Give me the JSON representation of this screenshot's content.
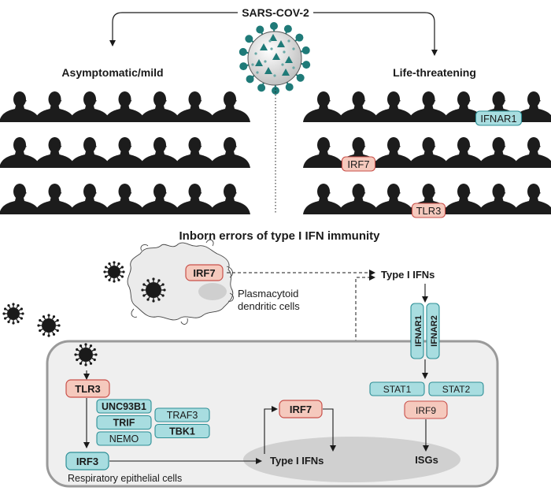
{
  "title": "SARS-COV-2",
  "outcomes": {
    "mild": {
      "label": "Asymptomatic/mild",
      "rows": 3,
      "per_row": 7
    },
    "severe": {
      "label": "Life-threatening",
      "rows": 3,
      "per_row": 7,
      "tags": [
        {
          "label": "IFNAR1",
          "row": 0,
          "col": 5,
          "kind": "cyan"
        },
        {
          "label": "IRF7",
          "row": 1,
          "col": 1,
          "kind": "red"
        },
        {
          "label": "TLR3",
          "row": 2,
          "col": 3,
          "kind": "red"
        }
      ]
    }
  },
  "section_title": "Inborn errors of type I IFN immunity",
  "pdc": {
    "label_line1": "Plasmacytoid",
    "label_line2": "dendritic cells",
    "irf7": "IRF7"
  },
  "type1_ifns_top": "Type I IFNs",
  "receptors": [
    "IFNAR1",
    "IFNAR2"
  ],
  "epithelial": {
    "label": "Respiratory epithelial cells",
    "tlr3": "TLR3",
    "adaptors_left": [
      {
        "label": "UNC93B1",
        "bold": true
      },
      {
        "label": "TRIF",
        "bold": true
      },
      {
        "label": "NEMO",
        "bold": false
      }
    ],
    "adaptors_right": [
      {
        "label": "TRAF3",
        "bold": false
      },
      {
        "label": "TBK1",
        "bold": true
      }
    ],
    "irf3": "IRF3",
    "irf7": "IRF7",
    "type1_ifns": "Type I IFNs",
    "stat1": "STAT1",
    "stat2": "STAT2",
    "irf9": "IRF9",
    "isgs": "ISGs"
  },
  "colors": {
    "cyan_fill": "#a8dde0",
    "cyan_stroke": "#2e8f96",
    "red_fill": "#f5c9bd",
    "red_stroke": "#c9504a",
    "virus_teal": "#1f7a78",
    "silhouette": "#1c1c1c",
    "cell_fill": "#efefef",
    "cell_stroke": "#9a9a9a",
    "nucleus": "#cfcfcf"
  }
}
